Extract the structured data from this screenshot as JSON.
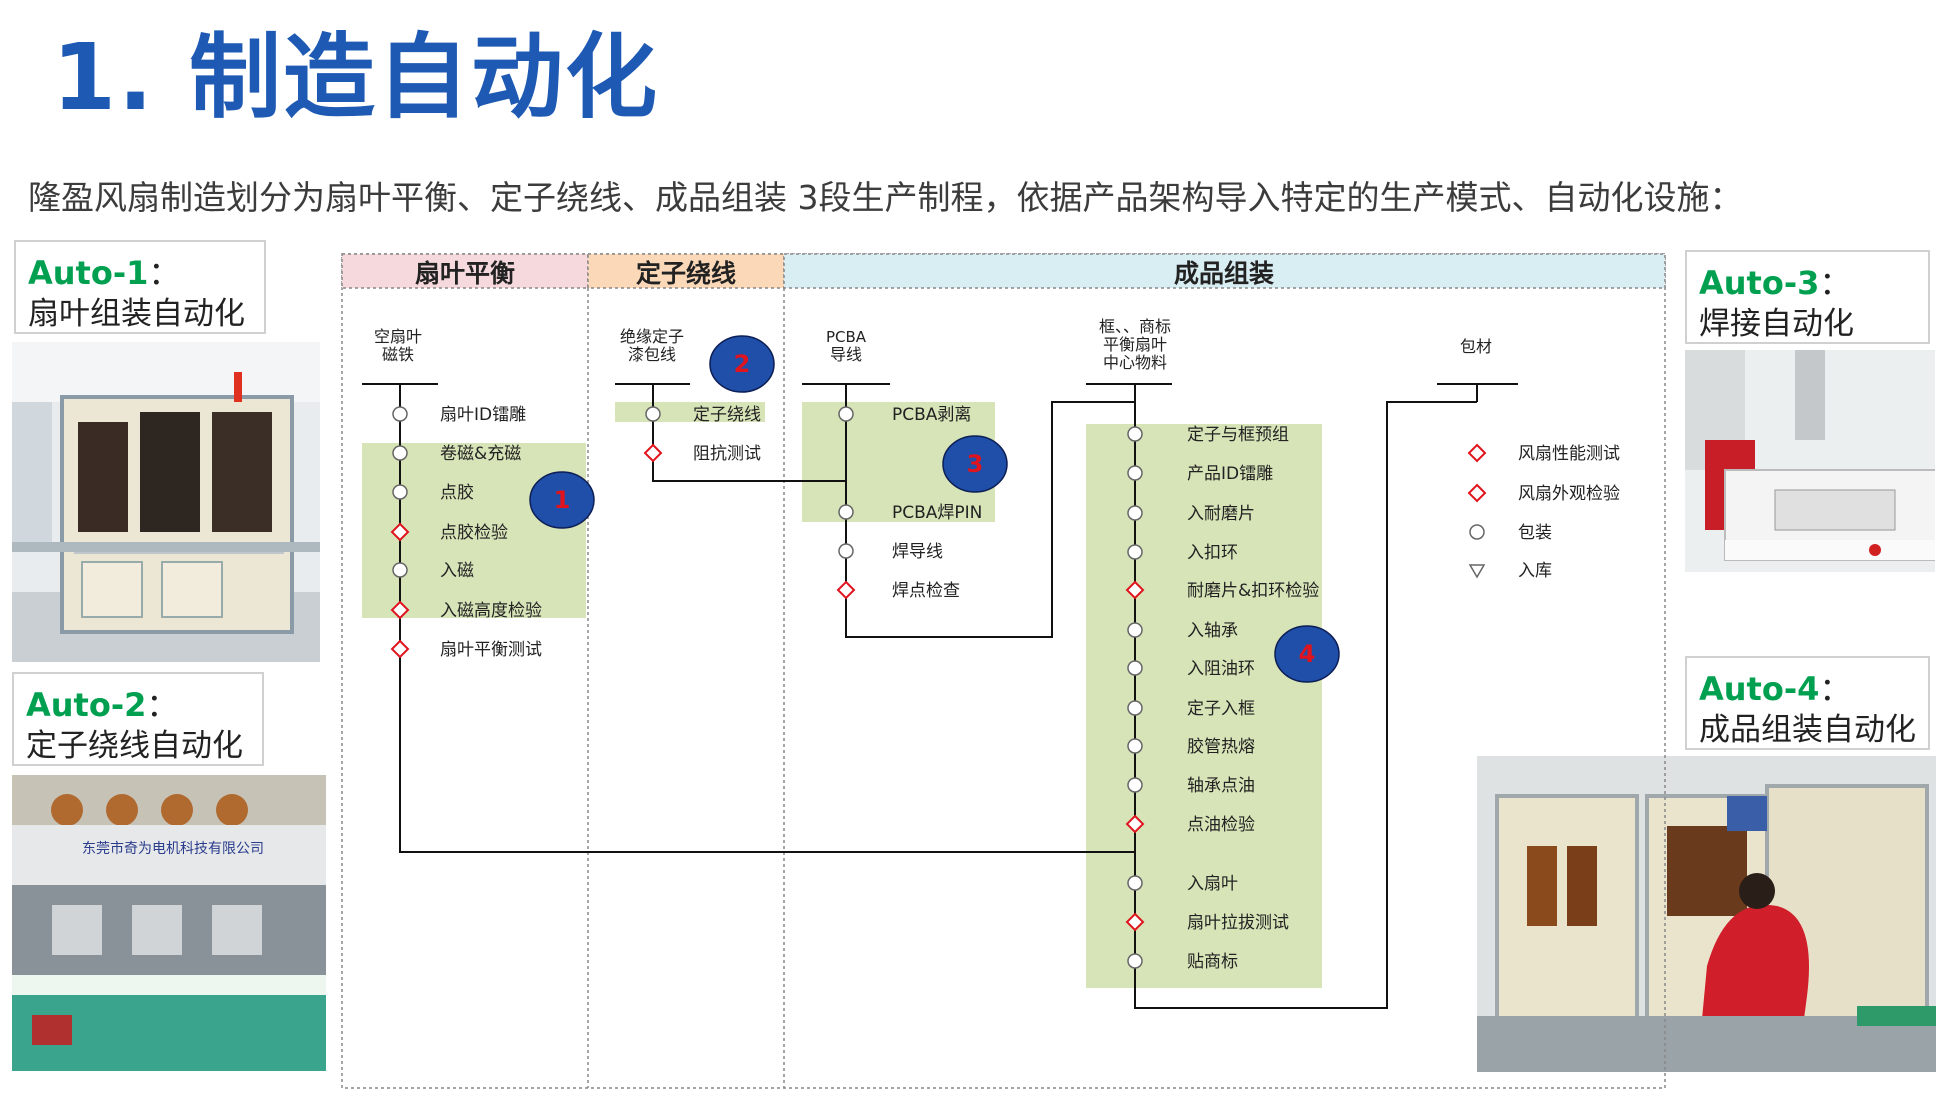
{
  "title": "1. 制造自动化",
  "subtitle": "隆盈风扇制造划分为扇叶平衡、定子绕线、成品组装  3段生产制程，依据产品架构导入特定的生产模式、自动化设施：",
  "auto_boxes": [
    {
      "label": "Auto-1",
      "colon": "：",
      "desc": "扇叶组装自动化"
    },
    {
      "label": "Auto-2",
      "colon": "：",
      "desc": "定子绕线自动化"
    },
    {
      "label": "Auto-3",
      "colon": "：",
      "desc": "焊接自动化"
    },
    {
      "label": "Auto-4",
      "colon": "：",
      "desc": "成品组装自动化"
    }
  ],
  "photo_texts": {
    "company_banner": "东莞市奇为电机科技有限公司"
  },
  "diagram": {
    "sections": [
      "扇叶平衡",
      "定子绕线",
      "成品组装"
    ],
    "section_colors": [
      "#f5d9dd",
      "#fbd9b8",
      "#d9eef3"
    ],
    "highlight_color": "#d7e4b8",
    "badge_color": "#1f4fa8",
    "inspect_color": "#e0141e",
    "columns": {
      "c1": {
        "header": [
          "空扇叶",
          "磁铁"
        ],
        "steps": [
          "扇叶ID镭雕",
          "卷磁&充磁",
          "点胶",
          "点胶检验",
          "入磁",
          "入磁高度检验",
          "扇叶平衡测试"
        ]
      },
      "c2": {
        "header": [
          "绝缘定子",
          "漆包线"
        ],
        "steps": [
          "定子绕线",
          "阻抗测试"
        ]
      },
      "c3": {
        "header": [
          "PCBA",
          "导线"
        ],
        "steps": [
          "PCBA剥离",
          "PCBA焊PIN",
          "焊导线",
          "焊点检查"
        ]
      },
      "c4": {
        "header": [
          "框、、商标",
          "平衡扇叶",
          "中心物料"
        ],
        "steps": [
          "定子与框预组",
          "产品ID镭雕",
          "入耐磨片",
          "入扣环",
          "耐磨片&扣环检验",
          "入轴承",
          "入阻油环",
          "定子入框",
          "胶管热熔",
          "轴承点油",
          "点油检验",
          "入扇叶",
          "扇叶拉拔测试",
          "贴商标"
        ]
      },
      "c5": {
        "header": [
          "包材"
        ],
        "steps": [
          "风扇性能测试",
          "风扇外观检验",
          "包装",
          "入库"
        ]
      }
    },
    "badges": [
      "1",
      "2",
      "3",
      "4"
    ]
  }
}
